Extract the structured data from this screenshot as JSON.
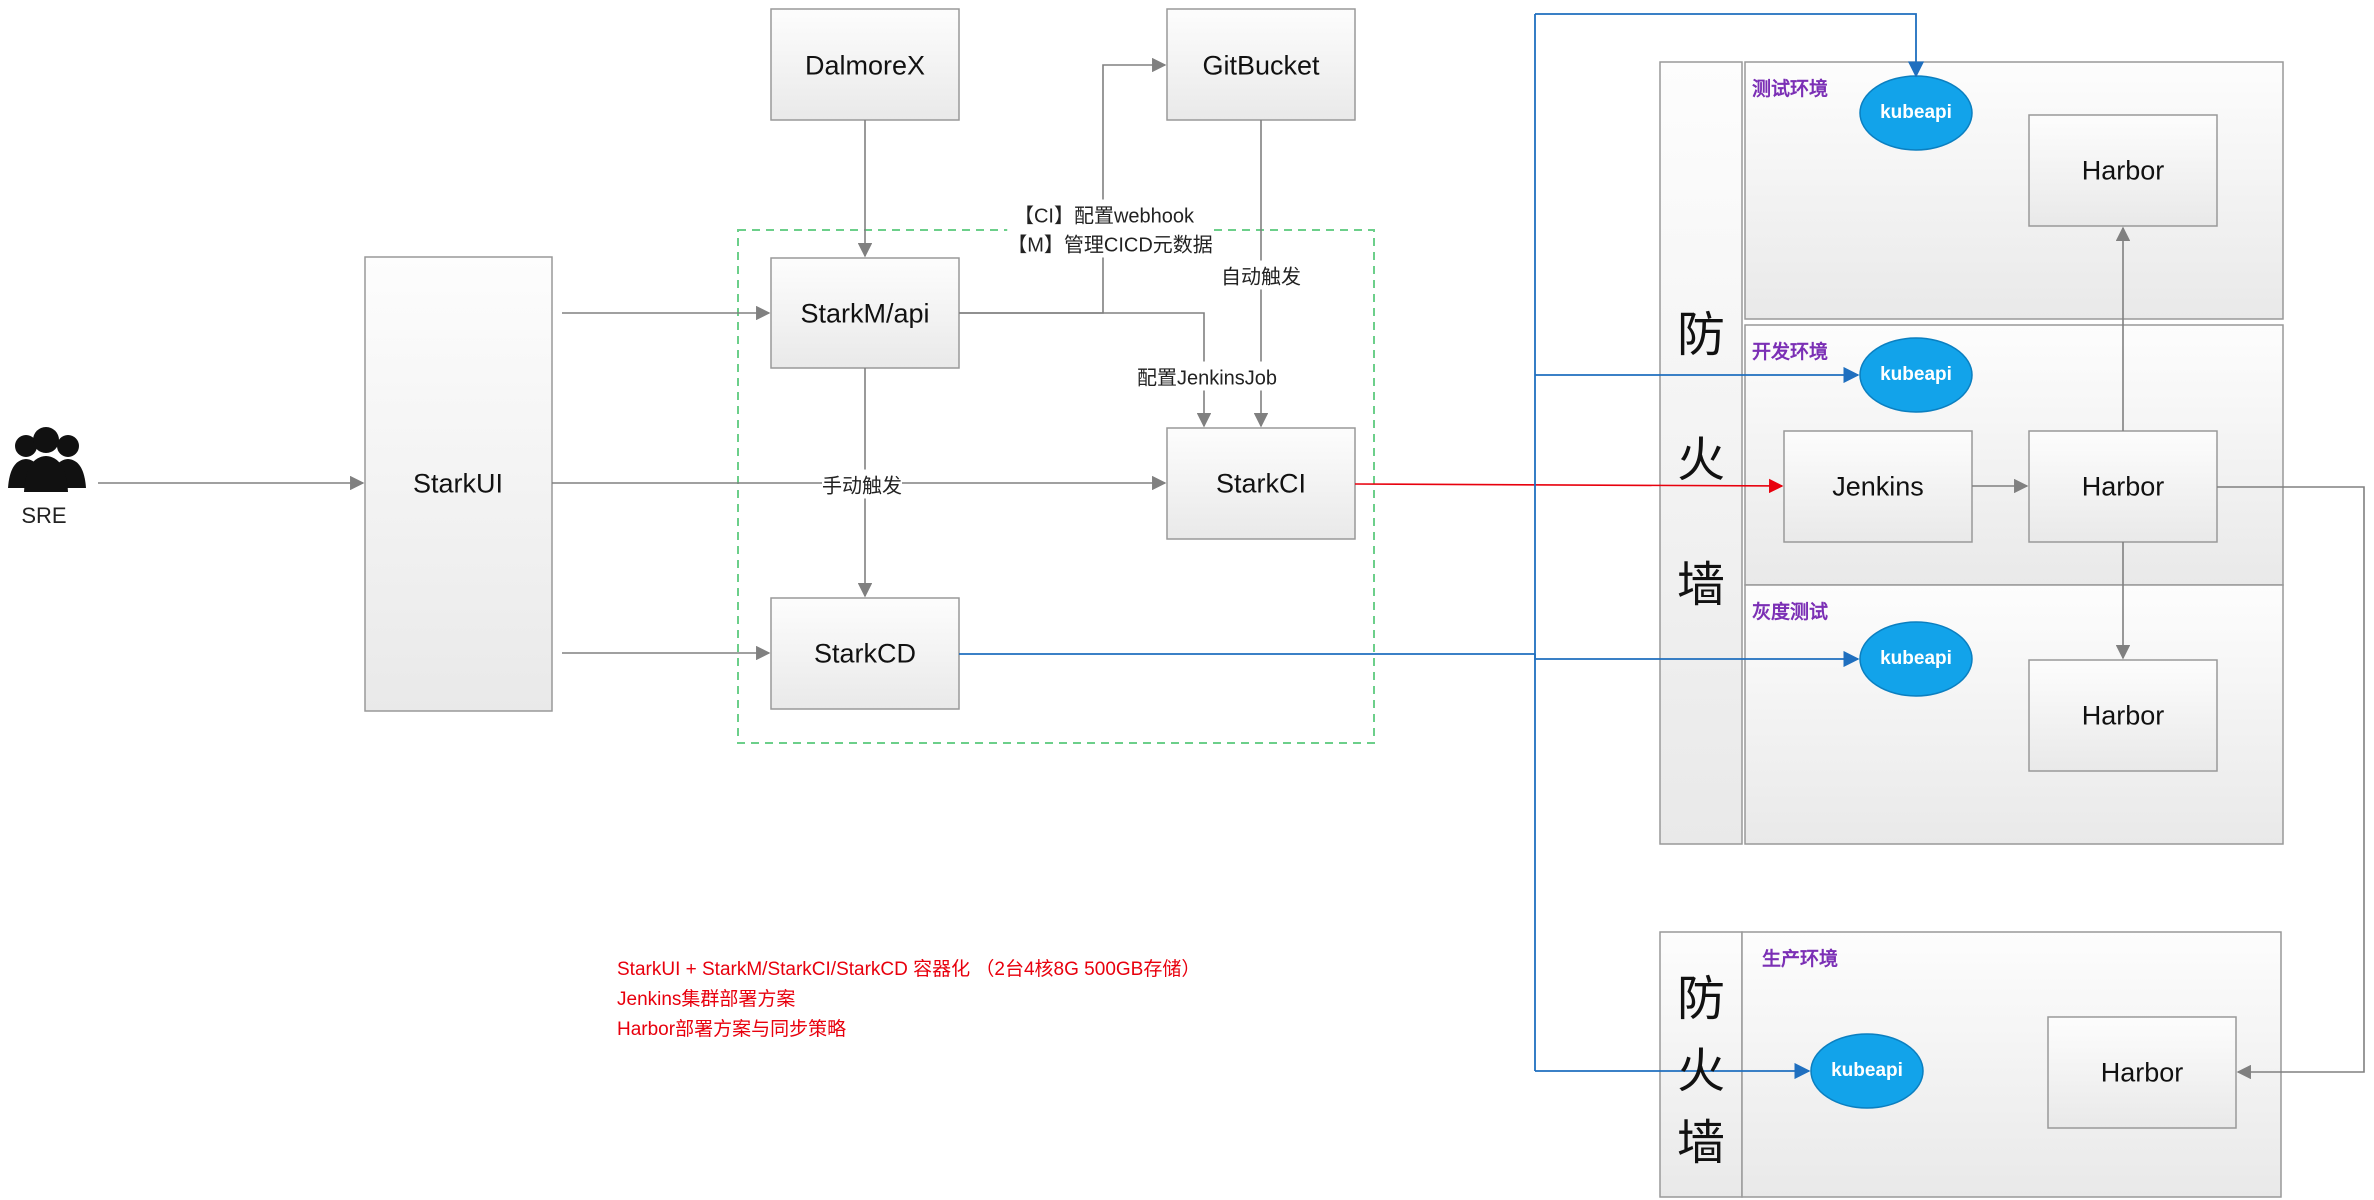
{
  "user": {
    "label": "SRE",
    "icon": "users-icon"
  },
  "nodes": {
    "starkui": "StarkUI",
    "dalmorex": "DalmoreX",
    "gitbucket": "GitBucket",
    "starkm_api": "StarkM/api",
    "starkci": "StarkCI",
    "starkcd": "StarkCD"
  },
  "edge_labels": {
    "ci_webhook": "【CI】配置webhook",
    "m_cicd_meta": "【M】管理CICD元数据",
    "auto_trigger": "自动触发",
    "config_jenkins_job": "配置JenkinsJob",
    "manual_trigger": "手动触发"
  },
  "firewall": {
    "chars": [
      "防",
      "火",
      "墙"
    ]
  },
  "environments": {
    "test": {
      "title": "测试环境",
      "kubeapi": "kubeapi",
      "harbor": "Harbor"
    },
    "dev": {
      "title": "开发环境",
      "kubeapi": "kubeapi",
      "jenkins": "Jenkins",
      "harbor": "Harbor"
    },
    "gray": {
      "title": "灰度测试",
      "kubeapi": "kubeapi",
      "harbor": "Harbor"
    },
    "prod": {
      "title": "生产环境",
      "kubeapi": "kubeapi",
      "harbor": "Harbor"
    }
  },
  "notes": [
    "StarkUI  + StarkM/StarkCI/StarkCD   容器化   （2台4核8G 500GB存储）",
    "Jenkins集群部署方案",
    "Harbor部署方案与同步策略"
  ],
  "colors": {
    "blue": "#1f6fbf",
    "red": "#e8000d",
    "gray_line": "#808080",
    "dashed_green": "#6ccf8a",
    "kube_fill": "#12a3ea",
    "env_title": "#7b2fb5"
  }
}
